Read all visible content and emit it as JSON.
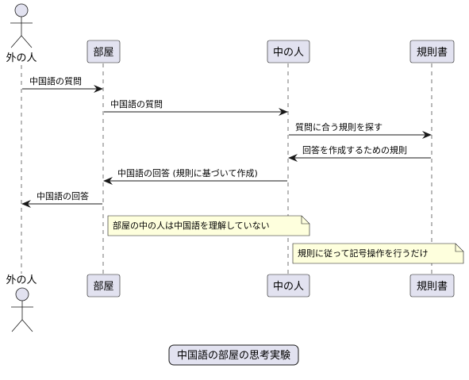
{
  "participants": [
    {
      "id": "outsider",
      "label": "外の人",
      "kind": "actor"
    },
    {
      "id": "room",
      "label": "部屋",
      "kind": "participant"
    },
    {
      "id": "insider",
      "label": "中の人",
      "kind": "participant"
    },
    {
      "id": "rulebook",
      "label": "規則書",
      "kind": "participant"
    }
  ],
  "messages": [
    {
      "from": "outsider",
      "to": "room",
      "label": "中国語の質問",
      "style": "solid"
    },
    {
      "from": "room",
      "to": "insider",
      "label": "中国語の質問",
      "style": "solid"
    },
    {
      "from": "insider",
      "to": "rulebook",
      "label": "質問に合う規則を探す",
      "style": "solid"
    },
    {
      "from": "rulebook",
      "to": "insider",
      "label": "回答を作成するための規則",
      "style": "solid"
    },
    {
      "from": "insider",
      "to": "room",
      "label": "中国語の回答 (規則に基づいて作成)",
      "style": "solid"
    },
    {
      "from": "room",
      "to": "outsider",
      "label": "中国語の回答",
      "style": "solid"
    }
  ],
  "notes": [
    {
      "anchor": "room",
      "label": "部屋の中の人は中国語を理解していない"
    },
    {
      "anchor": "insider",
      "label": "規則に従って記号操作を行うだけ"
    }
  ],
  "title": "中国語の部屋の思考実験",
  "colors": {
    "participant_fill": "#E2E2F0",
    "participant_stroke": "#181818",
    "note_fill": "#FEFFDD",
    "lifeline": "#181818",
    "arrow": "#181818"
  }
}
